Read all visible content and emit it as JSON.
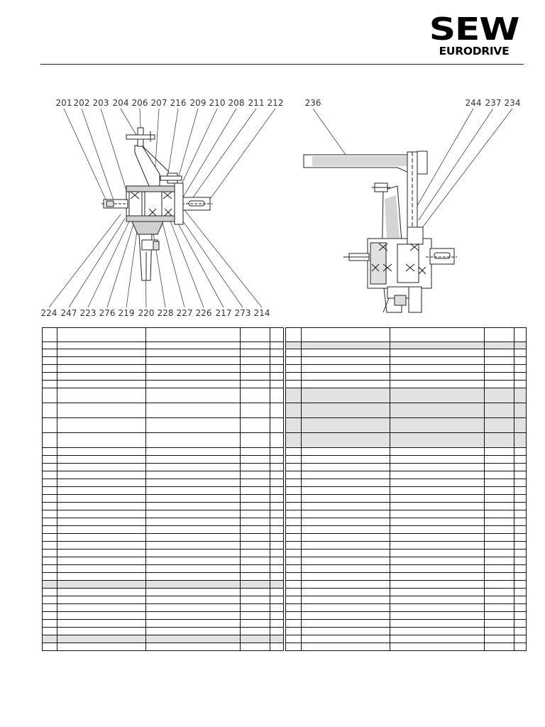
{
  "brand": {
    "logo_line1": "SEW",
    "logo_line2": "EURODRIVE"
  },
  "drawing_left": {
    "top_callouts": [
      "201",
      "202",
      "203",
      "204",
      "206",
      "207",
      "216",
      "209",
      "210",
      "208",
      "211",
      "212"
    ],
    "bottom_callouts": [
      "224",
      "247",
      "223",
      "276",
      "219",
      "220",
      "228",
      "227",
      "226",
      "217",
      "273",
      "214"
    ]
  },
  "drawing_right": {
    "top_callouts": [
      "236",
      "244",
      "237",
      "234"
    ]
  },
  "table_left": {
    "row_heights": [
      20,
      10,
      11,
      11,
      11,
      11,
      11,
      21,
      21,
      21,
      21,
      11,
      11,
      11,
      11,
      11,
      11,
      11,
      11,
      11,
      11,
      11,
      11,
      11,
      11,
      11,
      11,
      11,
      11,
      11,
      11,
      11,
      11,
      11,
      11,
      11,
      11
    ],
    "shaded_rows": [
      28,
      35
    ]
  },
  "table_right": {
    "row_heights": [
      20,
      10,
      11,
      11,
      11,
      11,
      11,
      21,
      21,
      21,
      21,
      11,
      11,
      11,
      11,
      11,
      11,
      11,
      11,
      11,
      11,
      11,
      11,
      11,
      11,
      11,
      11,
      11,
      11,
      11,
      11,
      11,
      11,
      11,
      11,
      11,
      11
    ],
    "shaded_rows": [
      1,
      7,
      8,
      9,
      10
    ]
  }
}
